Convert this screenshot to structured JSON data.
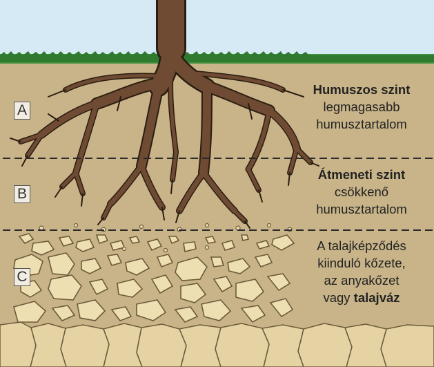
{
  "colors": {
    "sky": "#d6eaf6",
    "grass": "#3f8f3c",
    "soil": "#c8b488",
    "rock_fill": "#eedfb3",
    "rock_stroke": "#6b5a3a",
    "root": "#6e4b32",
    "root_outline": "#2b1d12",
    "dash": "#2a2a2a"
  },
  "icons": {
    "root": "tree-root-system",
    "pebbles": "rock-fragments",
    "bedrock": "bedrock-blocks"
  },
  "layers": [
    {
      "id": "A",
      "box_label": "A",
      "title": "Humuszos szint",
      "lines": [
        "legmagasabb",
        "humusztartalom"
      ]
    },
    {
      "id": "B",
      "box_label": "B",
      "title": "Átmeneti szint",
      "lines": [
        "csökkenő",
        "humusztartalom"
      ]
    },
    {
      "id": "C",
      "box_label": "C",
      "lines": [
        "A talajképződés",
        "kiinduló kőzete,",
        "az anyakőzet"
      ],
      "last_line_prefix": "vagy ",
      "last_line_bold": "talajváz"
    }
  ]
}
